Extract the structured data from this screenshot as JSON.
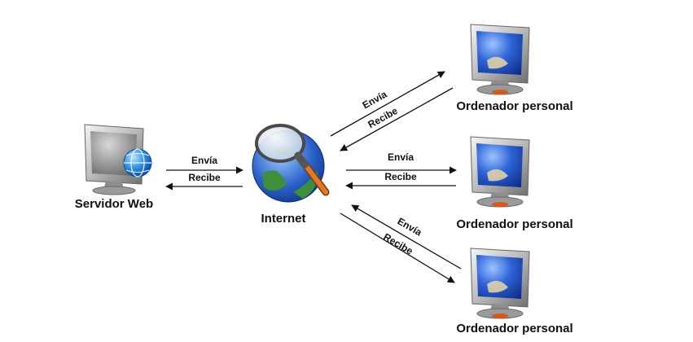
{
  "nodes": {
    "server": {
      "label": "Servidor Web",
      "icon": "web-server-computer-icon"
    },
    "internet": {
      "label": "Internet",
      "icon": "globe-magnifier-icon"
    },
    "pcs": [
      {
        "label": "Ordenador personal",
        "icon": "personal-computer-icon"
      },
      {
        "label": "Ordenador personal",
        "icon": "personal-computer-icon"
      },
      {
        "label": "Ordenador personal",
        "icon": "personal-computer-icon"
      }
    ]
  },
  "links": {
    "server_internet": {
      "send": "Envía",
      "receive": "Recibe"
    },
    "internet_pc1": {
      "send": "Envía",
      "receive": "Recibe"
    },
    "internet_pc2": {
      "send": "Envía",
      "receive": "Recibe"
    },
    "internet_pc3": {
      "send": "Envía",
      "receive": "Recibe"
    }
  },
  "colors": {
    "screen_blue": "#1f4fc2",
    "globe_blue": "#1f8fe0",
    "monitor_gray": "#8a8a8a",
    "arrow": "#111111",
    "magnifier_handle": "#d86a1a"
  }
}
